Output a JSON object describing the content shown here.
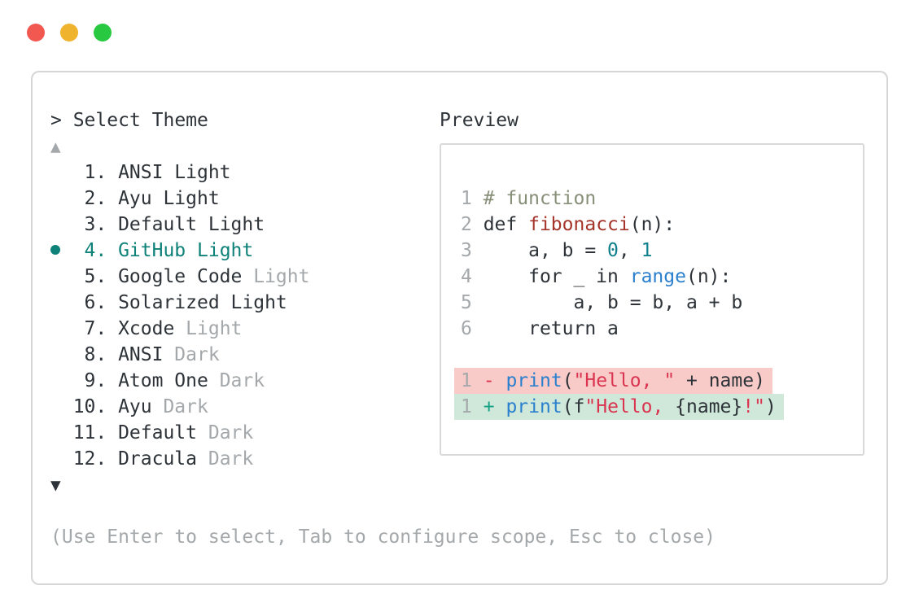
{
  "colors": {
    "text_dark": "#2d3338",
    "text_dim": "#a4a8aa",
    "accent_teal": "#0e8179",
    "comment": "#878f78",
    "function_red": "#a5342b",
    "number_teal": "#0f7f8c",
    "keyword_blue": "#2b80ce",
    "string_red": "#db3450",
    "diff_plus": "#14a085",
    "diff_removed_bg": "#f8cac8",
    "diff_added_bg": "#cfe8d9",
    "traffic_red": "#f25750",
    "traffic_yellow": "#f0b32e",
    "traffic_green": "#28c840"
  },
  "theme_picker": {
    "prompt": ">",
    "title": "Select Theme",
    "scroll_up_icon": "▲",
    "scroll_down_icon": "▼",
    "num_separator": ".",
    "items": [
      {
        "num": "1",
        "name": "ANSI",
        "suffix": "Light",
        "suffix_dim": false,
        "selected": false
      },
      {
        "num": "2",
        "name": "Ayu",
        "suffix": "Light",
        "suffix_dim": false,
        "selected": false
      },
      {
        "num": "3",
        "name": "Default",
        "suffix": "Light",
        "suffix_dim": false,
        "selected": false
      },
      {
        "num": "4",
        "name": "GitHub",
        "suffix": "Light",
        "suffix_dim": false,
        "selected": true
      },
      {
        "num": "5",
        "name": "Google Code",
        "suffix": "Light",
        "suffix_dim": true,
        "selected": false
      },
      {
        "num": "6",
        "name": "Solarized",
        "suffix": "Light",
        "suffix_dim": false,
        "selected": false
      },
      {
        "num": "7",
        "name": "Xcode",
        "suffix": "Light",
        "suffix_dim": true,
        "selected": false
      },
      {
        "num": "8",
        "name": "ANSI",
        "suffix": "Dark",
        "suffix_dim": true,
        "selected": false
      },
      {
        "num": "9",
        "name": "Atom One",
        "suffix": "Dark",
        "suffix_dim": true,
        "selected": false
      },
      {
        "num": "10",
        "name": "Ayu",
        "suffix": "Dark",
        "suffix_dim": true,
        "selected": false
      },
      {
        "num": "11",
        "name": "Default",
        "suffix": "Dark",
        "suffix_dim": true,
        "selected": false
      },
      {
        "num": "12",
        "name": "Dracula",
        "suffix": "Dark",
        "suffix_dim": true,
        "selected": false
      }
    ]
  },
  "preview": {
    "label": "Preview",
    "lines": [
      {
        "bg": null,
        "tokens": [
          {
            "t": "1",
            "c": "dim"
          },
          {
            "t": " ",
            "c": "default"
          },
          {
            "t": "# function",
            "c": "comment"
          }
        ]
      },
      {
        "bg": null,
        "tokens": [
          {
            "t": "2",
            "c": "dim"
          },
          {
            "t": " def ",
            "c": "default"
          },
          {
            "t": "fibonacci",
            "c": "function_red"
          },
          {
            "t": "(n):",
            "c": "default"
          }
        ]
      },
      {
        "bg": null,
        "tokens": [
          {
            "t": "3",
            "c": "dim"
          },
          {
            "t": "     a, b = ",
            "c": "default"
          },
          {
            "t": "0",
            "c": "number_teal"
          },
          {
            "t": ", ",
            "c": "default"
          },
          {
            "t": "1",
            "c": "number_teal"
          }
        ]
      },
      {
        "bg": null,
        "tokens": [
          {
            "t": "4",
            "c": "dim"
          },
          {
            "t": "     for _ in ",
            "c": "default"
          },
          {
            "t": "range",
            "c": "keyword_blue"
          },
          {
            "t": "(n):",
            "c": "default"
          }
        ]
      },
      {
        "bg": null,
        "tokens": [
          {
            "t": "5",
            "c": "dim"
          },
          {
            "t": "         a, b = b, a + b",
            "c": "default"
          }
        ]
      },
      {
        "bg": null,
        "tokens": [
          {
            "t": "6",
            "c": "dim"
          },
          {
            "t": "     return a",
            "c": "default"
          }
        ]
      },
      {
        "bg": null,
        "tokens": []
      },
      {
        "bg": "removed",
        "tokens": [
          {
            "t": "1",
            "c": "dim"
          },
          {
            "t": " ",
            "c": "default"
          },
          {
            "t": "-",
            "c": "string_red"
          },
          {
            "t": " ",
            "c": "default"
          },
          {
            "t": "print",
            "c": "keyword_blue"
          },
          {
            "t": "(",
            "c": "default"
          },
          {
            "t": "\"Hello, \"",
            "c": "string_red"
          },
          {
            "t": " + name)",
            "c": "default"
          }
        ]
      },
      {
        "bg": "added",
        "tokens": [
          {
            "t": "1",
            "c": "dim"
          },
          {
            "t": " ",
            "c": "default"
          },
          {
            "t": "+",
            "c": "diff_plus"
          },
          {
            "t": " ",
            "c": "default"
          },
          {
            "t": "print",
            "c": "keyword_blue"
          },
          {
            "t": "(f",
            "c": "default"
          },
          {
            "t": "\"Hello, ",
            "c": "string_red"
          },
          {
            "t": "{name}",
            "c": "default"
          },
          {
            "t": "!\"",
            "c": "string_red"
          },
          {
            "t": ")",
            "c": "default"
          }
        ]
      }
    ]
  },
  "footer": {
    "hint": "(Use Enter to select, Tab to configure scope, Esc to close)"
  }
}
